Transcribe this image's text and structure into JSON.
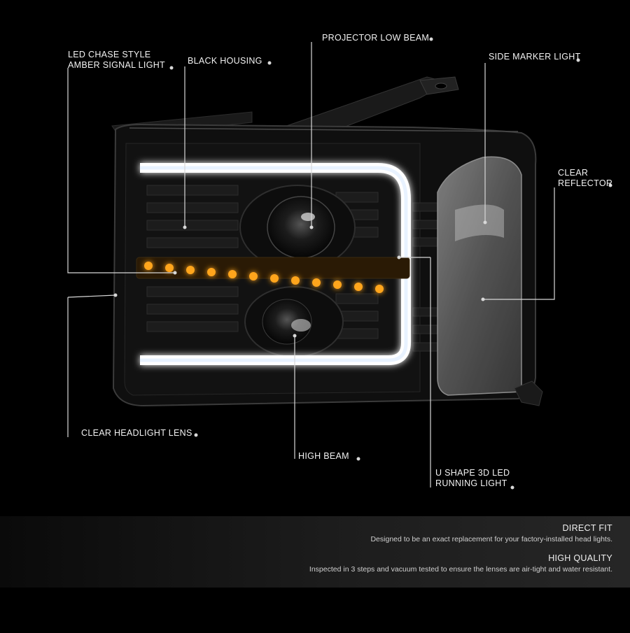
{
  "callouts": {
    "led_chase": [
      "LED CHASE STYLE",
      "AMBER SIGNAL LIGHT"
    ],
    "black_housing": "BLACK HOUSING",
    "projector_low_beam": "PROJECTOR LOW BEAM",
    "side_marker": "SIDE MARKER LIGHT",
    "clear_reflector": [
      "CLEAR",
      "REFLECTOR"
    ],
    "clear_headlight_lens": "CLEAR HEADLIGHT LENS",
    "high_beam": "HIGH BEAM",
    "u_shape_led": [
      "U SHAPE 3D LED",
      "RUNNING LIGHT"
    ]
  },
  "features": [
    {
      "title": "DIRECT FIT",
      "desc": "Designed to be an exact replacement for your factory-installed head lights."
    },
    {
      "title": "HIGH QUALITY",
      "desc": "Inspected in 3 steps and vacuum tested to ensure the lenses are air-tight and water resistant."
    }
  ],
  "colors": {
    "background": "#000000",
    "callout_text": "#f2f2f2",
    "leader_line": "#d8d8d8",
    "drl_white": "#ffffff",
    "amber_led": "#ffa51e",
    "housing": "#111111"
  }
}
